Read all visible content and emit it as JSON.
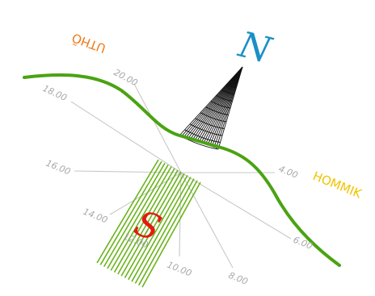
{
  "north_letter": "N",
  "south_letter": "S",
  "side_left": "UTHÕ",
  "side_right": "HOMMIK",
  "hour_labels": [
    "20.00",
    "18.00",
    "16.00",
    "14.00",
    "12.00",
    "10.00",
    "8.00",
    "6.00",
    "4.00"
  ],
  "colors": {
    "north": "#1a8fc7",
    "south": "#e21b0a",
    "side_left": "#f07a18",
    "side_right": "#f2c200",
    "horizon": "#4aa312",
    "hour_lines": "#c8c8c8",
    "hour_text": "#a8a8a8",
    "cone": "#111111",
    "shadow_bars": "#6ab41c"
  }
}
